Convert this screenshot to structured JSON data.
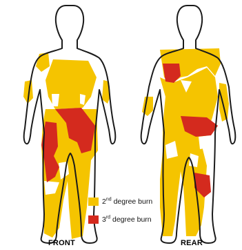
{
  "views": {
    "front": {
      "label": "FRONT"
    },
    "rear": {
      "label": "REAR"
    }
  },
  "legend": {
    "items": [
      {
        "ordinal": "2",
        "suffix": "nd",
        "text": "degree burn",
        "color": "#F5C400"
      },
      {
        "ordinal": "3",
        "suffix": "rd",
        "text": "degree burn",
        "color": "#D42A1E"
      }
    ]
  },
  "colors": {
    "second_degree": "#F5C400",
    "third_degree": "#D42A1E",
    "outline": "#1a1a1a",
    "skin": "#ffffff"
  }
}
